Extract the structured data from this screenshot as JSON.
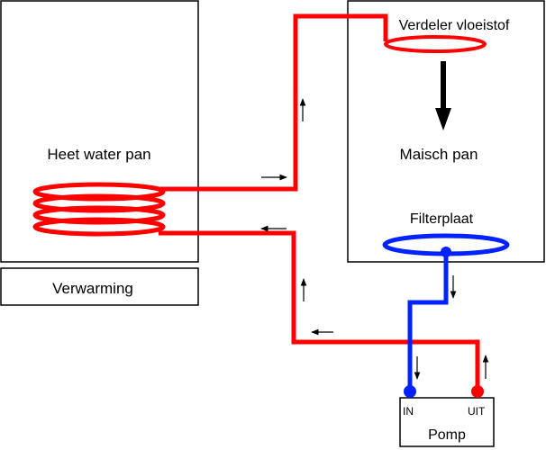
{
  "labels": {
    "hot_water_tank": "Heet water pan",
    "heater": "Verwarming",
    "sparge_arm": "Verdeler vloeistof",
    "mash_tun": "Maisch pan",
    "filter_plate": "Filterplaat",
    "pump": "Pomp",
    "pump_in": "IN",
    "pump_out": "UIT"
  },
  "colors": {
    "hot_line": "#ff0000",
    "wort_line": "#0022ff",
    "outline": "#000000",
    "background": "#ffffff"
  }
}
